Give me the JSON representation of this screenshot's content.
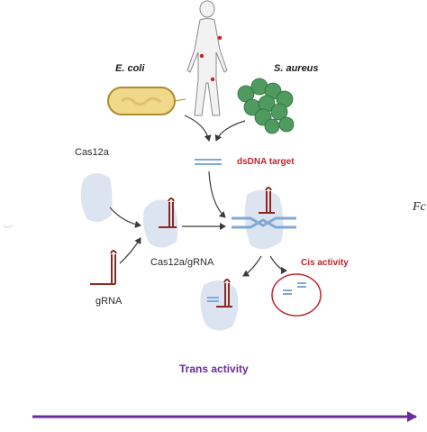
{
  "labels": {
    "ecoli": "E. coli",
    "saureus": "S. aureus",
    "cas12a": "Cas12a",
    "dsdna_target": "dsDNA target",
    "cas12a_grna": "Cas12a/gRNA",
    "grna": "gRNA",
    "cis_activity": "Cis activity",
    "trans_activity": "Trans activity",
    "fig_fragment": "Fc"
  },
  "colors": {
    "enzyme": "#dde4f1",
    "bacterium_body": "#f0d98a",
    "bacterium_border": "#b08a2e",
    "coccus": "#4f9b5f",
    "rna": "#8c2a22",
    "dna": "#7faad6",
    "cis": "#c0262d",
    "trans": "#6a2c9c",
    "arrow": "#3a3a3a"
  }
}
